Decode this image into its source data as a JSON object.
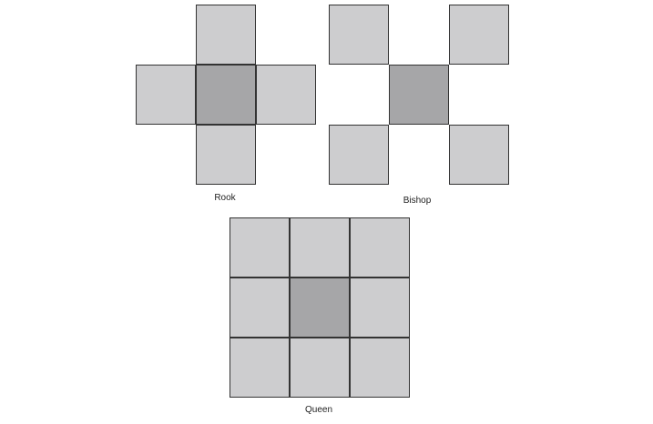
{
  "colors": {
    "neighbor": "#cdcdcf",
    "center": "#a6a6a8",
    "border": "#333333"
  },
  "diagrams": [
    {
      "name": "rook",
      "label": "Rook",
      "neighbors": [
        [
          0,
          -1
        ],
        [
          -1,
          0
        ],
        [
          1,
          0
        ],
        [
          0,
          1
        ]
      ]
    },
    {
      "name": "bishop",
      "label": "Bishop",
      "neighbors": [
        [
          -1,
          -1
        ],
        [
          1,
          -1
        ],
        [
          -1,
          1
        ],
        [
          1,
          1
        ]
      ]
    },
    {
      "name": "queen",
      "label": "Queen",
      "neighbors": [
        [
          -1,
          -1
        ],
        [
          0,
          -1
        ],
        [
          1,
          -1
        ],
        [
          -1,
          0
        ],
        [
          1,
          0
        ],
        [
          -1,
          1
        ],
        [
          0,
          1
        ],
        [
          1,
          1
        ]
      ]
    }
  ]
}
